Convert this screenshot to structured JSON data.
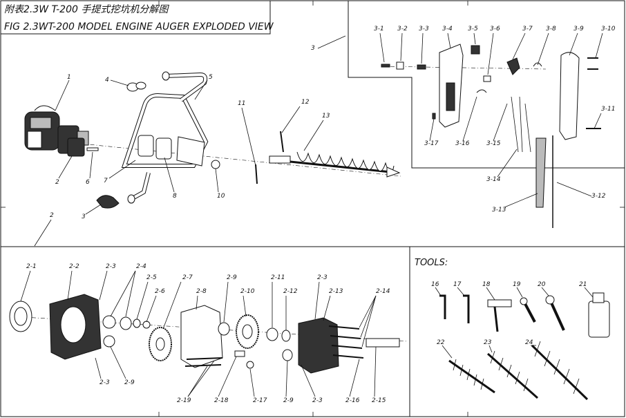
{
  "title_cn": "附表2.3W T-200 手提式挖坑机分解图",
  "title_en": "FIG 2.3WT-200 MODEL ENGINE AUGER EXPLODED VIEW",
  "tools_label": "TOOLS:",
  "labels": {
    "p1": "1",
    "p2": "2",
    "p3": "3",
    "p4": "4",
    "p5": "5",
    "p6": "6",
    "p7": "7",
    "p8": "8",
    "p10": "10",
    "p11": "11",
    "p12": "12",
    "p13": "13",
    "sec3": "3",
    "sec2": "2",
    "p3_1": "3-1",
    "p3_2": "3-2",
    "p3_3": "3-3",
    "p3_4": "3-4",
    "p3_5": "3-5",
    "p3_6": "3-6",
    "p3_7": "3-7",
    "p3_8": "3-8",
    "p3_9": "3-9",
    "p3_10": "3-10",
    "p3_11": "3-11",
    "p3_12": "3-12",
    "p3_13": "3-13",
    "p3_14": "3-14",
    "p3_15": "3-15",
    "p3_16": "3-16",
    "p3_17": "3-17",
    "p2_1": "2-1",
    "p2_2": "2-2",
    "p2_3a": "2-3",
    "p2_3b": "2-3",
    "p2_3c": "2-3",
    "p2_3d": "2-3",
    "p2_4": "2-4",
    "p2_5": "2-5",
    "p2_6": "2-6",
    "p2_7": "2-7",
    "p2_8": "2-8",
    "p2_9a": "2-9",
    "p2_9b": "2-9",
    "p2_9c": "2-9",
    "p2_10": "2-10",
    "p2_11": "2-11",
    "p2_12": "2-12",
    "p2_13": "2-13",
    "p2_14": "2-14",
    "p2_15": "2-15",
    "p2_16": "2-16",
    "p2_17": "2-17",
    "p2_18": "2-18",
    "p2_19": "2-19",
    "t16": "16",
    "t17": "17",
    "t18": "18",
    "t19": "19",
    "t20": "20",
    "t21": "21",
    "t22": "22",
    "t23": "23",
    "t24": "24"
  }
}
